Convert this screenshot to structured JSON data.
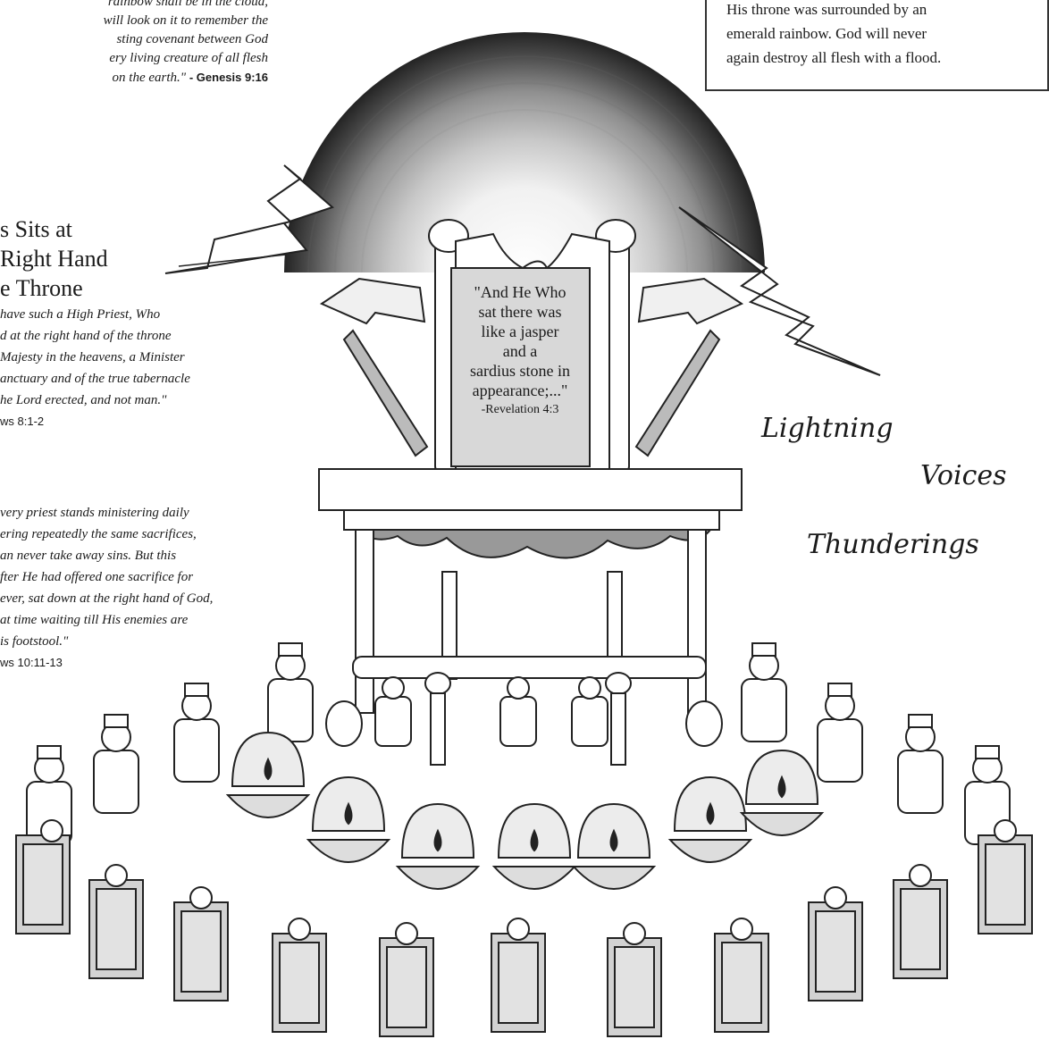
{
  "genesis_quote": {
    "lines": [
      "rainbow shall be in the cloud,",
      "will look on it to remember the",
      "sting covenant between God",
      "ery living creature of all flesh",
      "on the earth.\""
    ],
    "reference": "- Genesis 9:16"
  },
  "top_box": {
    "lines": [
      "His throne was surrounded by an",
      "emerald rainbow.  God will never",
      "again destroy all flesh with a flood."
    ]
  },
  "heading": {
    "lines": [
      "s Sits at",
      "Right Hand",
      "e Throne"
    ]
  },
  "hebrews_8": {
    "lines": [
      "have such a High Priest, Who",
      "d at the right hand of the throne",
      "Majesty in the heavens, a Minister",
      "anctuary and of the true tabernacle",
      "he Lord erected, and not man.\""
    ],
    "reference": "ws 8:1-2"
  },
  "hebrews_10": {
    "lines": [
      "very priest stands ministering daily",
      "ering repeatedly the same sacrifices,",
      "an never take away sins.  But this",
      "fter He had offered one sacrifice for",
      "ever, sat down at the right hand of God,",
      "at time waiting till His enemies are",
      "is footstool.\""
    ],
    "reference": "ws 10:11-13"
  },
  "throne_plaque": {
    "lines": [
      "\"And He Who",
      "sat there was",
      "like a jasper",
      "and a",
      "sardius stone in",
      "appearance;...\""
    ],
    "reference": "-Revelation 4:3"
  },
  "words": {
    "lightning": "Lightning",
    "voices": "Voices",
    "thunderings": "Thunderings"
  },
  "colors": {
    "ink": "#1a1a1a",
    "rainbow_outer": "#2a2a2a",
    "rainbow_inner": "#f2f2f2",
    "paper": "#ffffff"
  }
}
